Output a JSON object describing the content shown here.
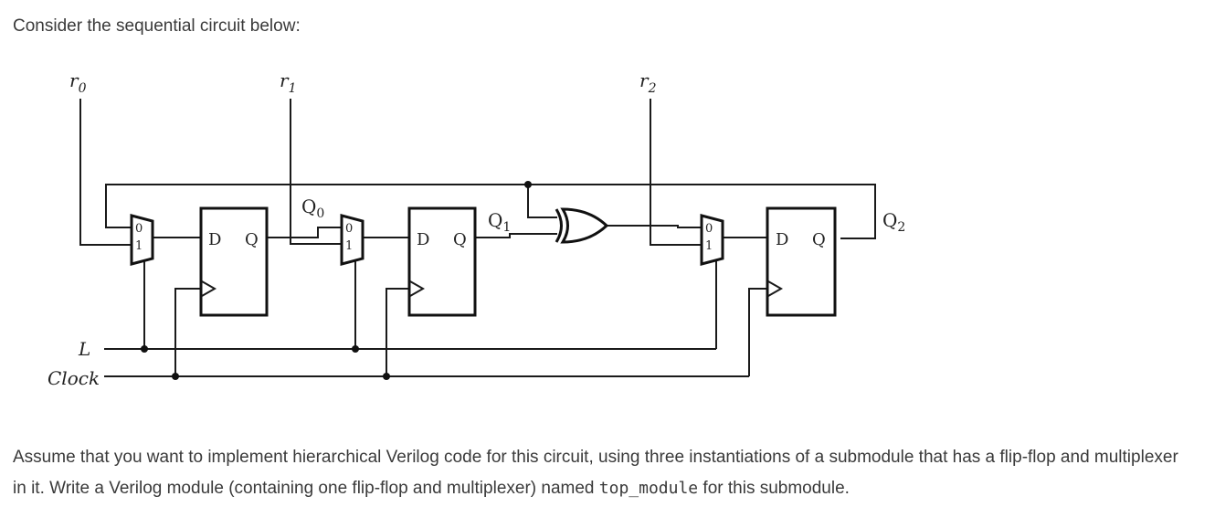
{
  "intro": "Consider the sequential circuit below:",
  "circuit": {
    "inputs": {
      "r0": "r",
      "r0_sub": "0",
      "r1": "r",
      "r1_sub": "1",
      "r2": "r",
      "r2_sub": "2",
      "L": "L",
      "clock": "Clock"
    },
    "outputs": {
      "q0": "Q",
      "q0_sub": "0",
      "q1": "Q",
      "q1_sub": "1",
      "q2": "Q",
      "q2_sub": "2"
    },
    "mux_labels": {
      "zero": "0",
      "one": "1"
    },
    "ff_labels": {
      "d": "D",
      "q": "Q"
    }
  },
  "question": {
    "part1": "Assume that you want to implement hierarchical Verilog code for this circuit, using three instantiations of a submodule that has a flip-flop and multiplexer in it. Write a Verilog module (containing one flip-flop and multiplexer) named ",
    "code": "top_module",
    "part2": " for this submodule."
  }
}
